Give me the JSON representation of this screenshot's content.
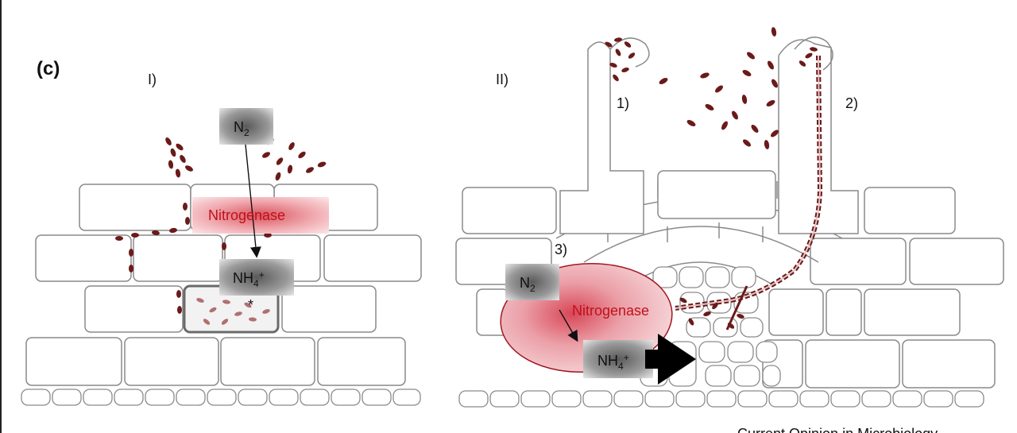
{
  "panel_label": "(c)",
  "left": {
    "label": "I)",
    "n2": {
      "text": "N",
      "sub": "2"
    },
    "enzyme": "Nitrogenase",
    "nh4": {
      "text": "NH",
      "sub": "4",
      "sup": "+"
    },
    "asterisk": "*"
  },
  "right": {
    "label": "II)",
    "step1": "1)",
    "step2": "2)",
    "step3": "3)",
    "n2": {
      "text": "N",
      "sub": "2"
    },
    "enzyme": "Nitrogenase",
    "nh4": {
      "text": "NH",
      "sub": "4",
      "sup": "+"
    }
  },
  "credit": "Current Opinion in Microbiology",
  "colors": {
    "bacteria": "#6b1a1a",
    "enzyme_text": "#c0111b",
    "enzyme_glow": "#e8818a",
    "cell_stroke": "#8a8a8a",
    "box_dark": "#555555"
  }
}
